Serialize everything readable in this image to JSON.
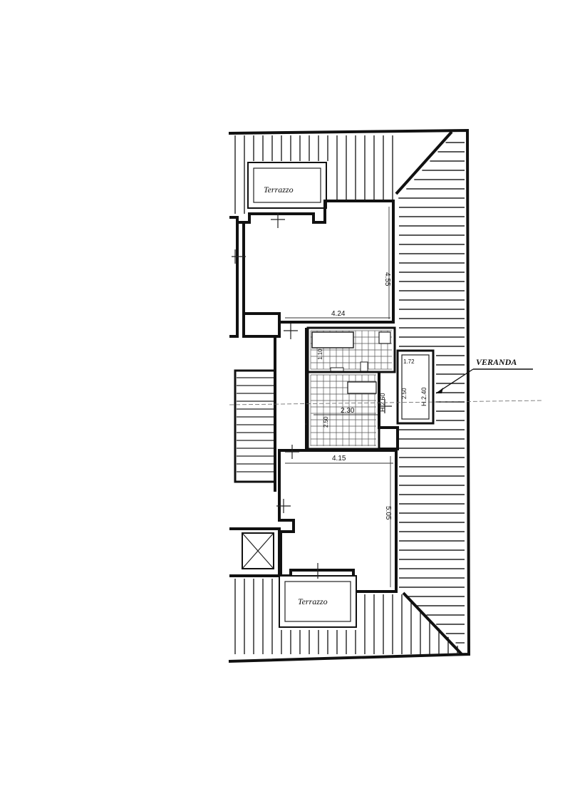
{
  "plan": {
    "labels": {
      "terrace_top": "Terrazzo",
      "terrace_bottom": "Terrazzo",
      "veranda": "VERANDA"
    },
    "dimensions": {
      "upper_room_width": "4.24",
      "upper_room_length": "4.55",
      "lower_room_width": "4.15",
      "lower_room_length": "5.05",
      "kitchen_width": "2.30",
      "bath_depth": "1.10",
      "kitchen_depth_small": "2.50",
      "veranda_width": "1.72",
      "veranda_depth": "2.50",
      "height_a": "H.2.60",
      "height_b": "H.2.40"
    }
  }
}
